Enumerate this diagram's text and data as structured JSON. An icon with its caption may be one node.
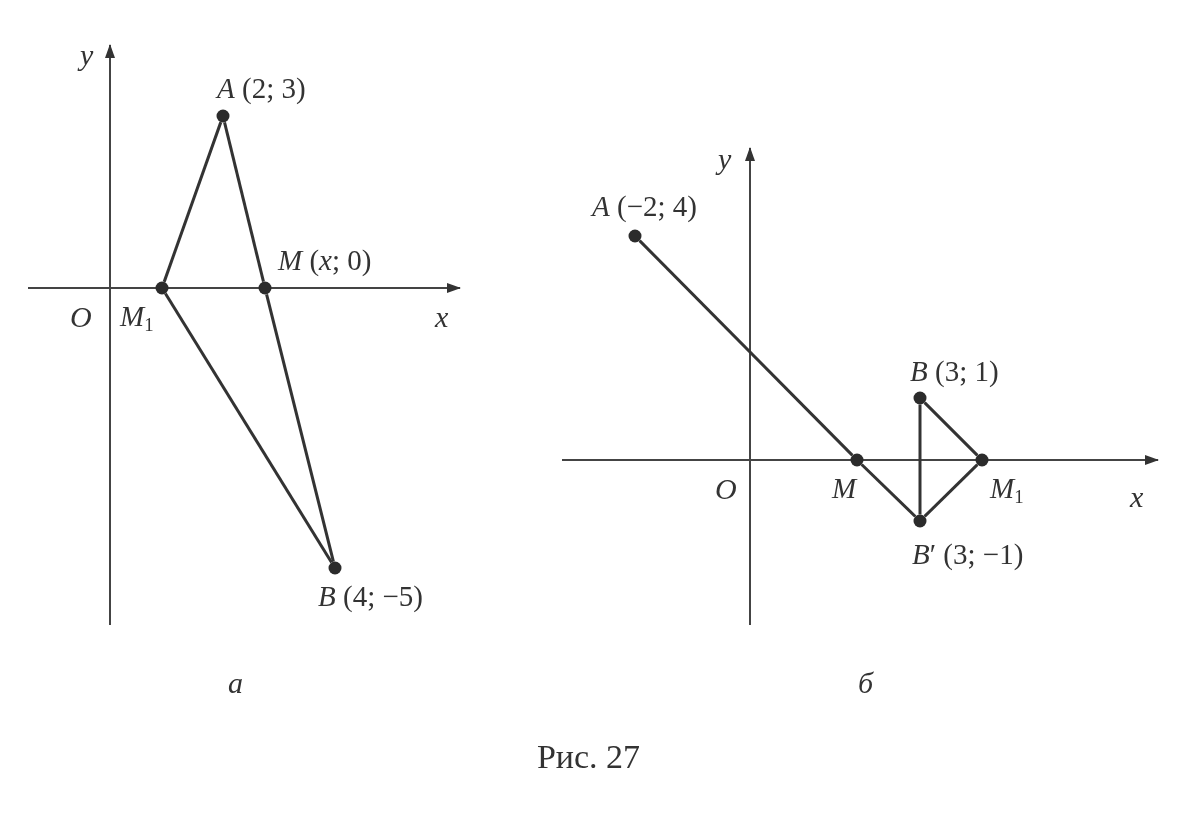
{
  "diagram": {
    "caption": "Рис. 27",
    "nodes": [
      {
        "text": [],
        "shape": "circle",
        "beside": [
          "*A* (2; 3)"
        ]
      },
      {
        "text": [],
        "shape": "circle",
        "beside": [
          "*M*$_{1}$"
        ]
      },
      {
        "text": [],
        "shape": "circle",
        "beside": [
          "*M* (*x*; 0)"
        ]
      },
      {
        "text": [],
        "shape": "circle",
        "beside": [
          "*B* (4; −5)"
        ]
      },
      {
        "text": [],
        "shape": "circle",
        "beside": [
          "*A* (−2; 4)"
        ]
      },
      {
        "text": [],
        "shape": "circle",
        "beside": [
          "*M*"
        ]
      },
      {
        "text": [],
        "shape": "circle",
        "beside": [
          "*B* (3; 1)"
        ]
      },
      {
        "text": [],
        "shape": "circle",
        "beside": [
          "*M*$_{1}$"
        ]
      },
      {
        "text": [],
        "shape": "circle",
        "beside": [
          "*B*′ (3; −1)"
        ]
      }
    ],
    "edges": [
      {
        "from": 0,
        "to": 1,
        "arrow": "none"
      },
      {
        "from": 0,
        "to": 2,
        "arrow": "none"
      },
      {
        "from": 1,
        "to": 3,
        "arrow": "none"
      },
      {
        "from": 2,
        "to": 3,
        "arrow": "none"
      },
      {
        "from": 4,
        "to": 5,
        "arrow": "none"
      },
      {
        "from": 5,
        "to": 8,
        "arrow": "none"
      },
      {
        "from": 6,
        "to": 8,
        "arrow": "none"
      },
      {
        "from": 6,
        "to": 7,
        "arrow": "none"
      },
      {
        "from": 8,
        "to": 7,
        "arrow": "none"
      }
    ],
    "labels": [
      "y",
      "O",
      "x",
      "а",
      "y",
      "O",
      "x",
      "б"
    ]
  }
}
